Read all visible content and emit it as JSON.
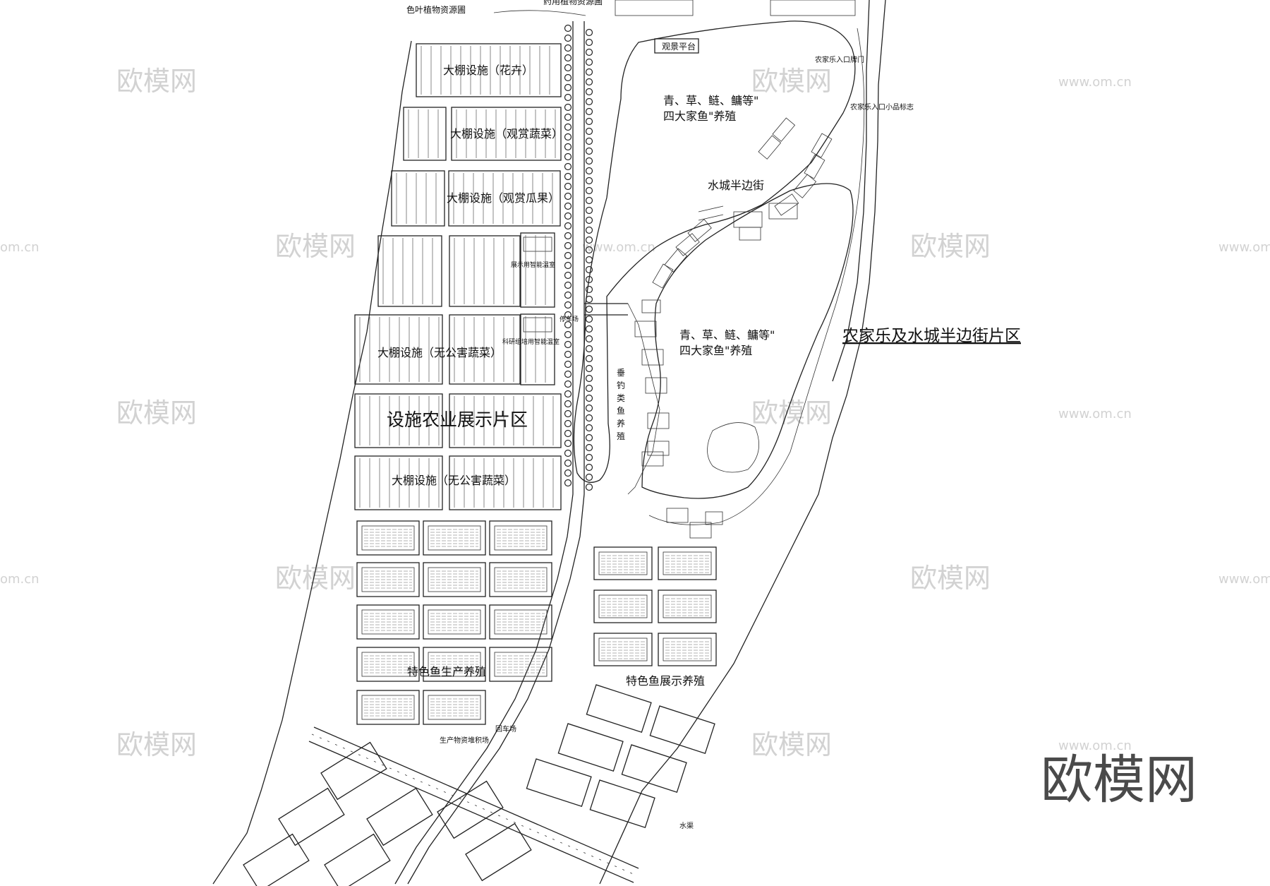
{
  "labels": {
    "top_garden": "色叶植物资源圃",
    "top_garden2": "药用植物资源圃",
    "viewing_platform": "观景平台",
    "entry_gate": "农家乐入口牌门",
    "entry_sign": "农家乐入口小品标志",
    "fish_top_1": "青、草、鲢、鳙等\"",
    "fish_top_2": "四大家鱼\"养殖",
    "water_street": "水城半边街",
    "fish_mid_1": "青、草、鲢、鳙等\"",
    "fish_mid_2": "四大家鱼\"养殖",
    "zone_east": "农家乐及水城半边街片区",
    "gh_flowers": "大棚设施（花卉）",
    "gh_veg_ornamental": "大棚设施（观赏蔬菜）",
    "gh_melon": "大棚设施（观赏瓜果）",
    "smart_greenhouse_1": "展示用智能温室",
    "parking": "停车场",
    "smart_greenhouse_2": "科研组培用智能温室",
    "gh_organic_1": "大棚设施（无公害蔬菜）",
    "zone_west": "设施农业展示片区",
    "gh_organic_2": "大棚设施（无公害蔬菜）",
    "fishing_1": "垂",
    "fishing_2": "钓",
    "fishing_3": "类",
    "fishing_4": "鱼",
    "fishing_5": "养",
    "fishing_6": "殖",
    "fish_prod": "特色鱼生产养殖",
    "fish_show": "特色鱼展示养殖",
    "turnaround": "回车场",
    "storage": "生产物资堆积场",
    "canal": "水渠"
  },
  "watermark": {
    "brand_cn": "欧模网",
    "brand_url": "www.om.cn",
    "brand_url_short": "om.cn"
  },
  "colors": {
    "line": "#222222",
    "watermark": "#d2d2d2",
    "logo": "#4a4a4a"
  }
}
